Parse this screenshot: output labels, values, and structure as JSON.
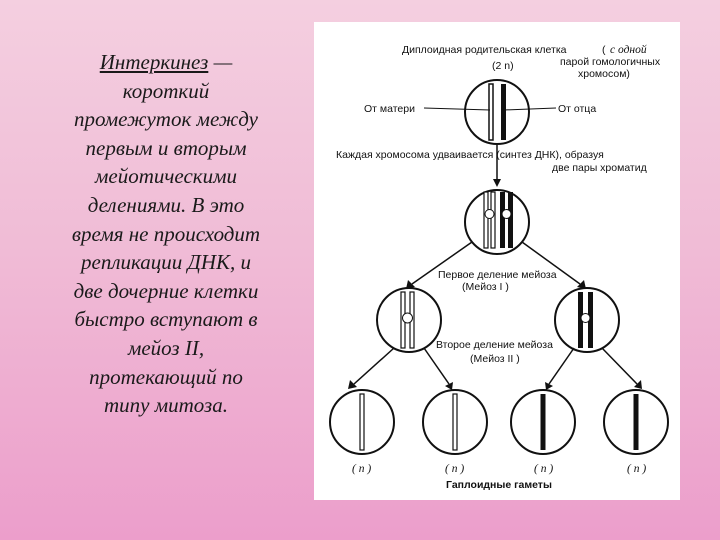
{
  "text": {
    "term": "Интеркинез",
    "dash": " —",
    "lines": [
      "короткий",
      "промежуток между",
      "первым и вторым",
      "мейотическими",
      "делениями. В это",
      "время не происходит",
      "репликации ДНК, и",
      "две дочерние клетки",
      "быстро вступают в",
      "мейоз II,",
      "протекающий по",
      "типу митоза."
    ]
  },
  "diagram": {
    "title_main": "Диплоидная родительская клетка",
    "title_paren_open": "(",
    "title_italic": "с одной",
    "title_line2": "парой гомологичных",
    "title_line3": "хромосом)",
    "ploidy_2n": "(2 n)",
    "from_mother": "От матери",
    "from_father": "От отца",
    "replication_line1": "Каждая хромосома удваивается (синтез ДНК), образуя",
    "replication_line2": "две пары хроматид",
    "meiosis1_line1": "Первое деление мейоза",
    "meiosis1_line2": "(Мейоз I )",
    "meiosis2_line1": "Второе деление мейоза",
    "meiosis2_line2": "(Мейоз II )",
    "gamete_labels": [
      "( n )",
      "( n )",
      "( n )",
      "( n )"
    ],
    "gametes_caption": "Гаплоидные гаметы"
  }
}
